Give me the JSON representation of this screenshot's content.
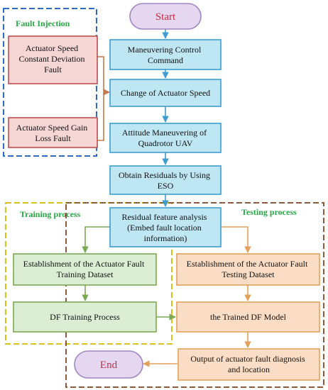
{
  "start_label": "Start",
  "end_label": "End",
  "groups": {
    "fault_injection": "Fault Injection",
    "training": "Training process",
    "testing": "Testing process"
  },
  "fault_boxes": {
    "constant_deviation": [
      "Actuator Speed",
      "Constant Deviation",
      "Fault"
    ],
    "gain_loss": [
      "Actuator Speed Gain",
      "Loss Fault"
    ]
  },
  "main_flow": {
    "maneuvering_control": [
      "Maneuvering Control",
      "Command"
    ],
    "change_speed": [
      "Change of Actuator Speed"
    ],
    "attitude_maneuvering": [
      "Attitude Maneuvering of",
      "Quadrotor UAV"
    ],
    "obtain_residuals": [
      "Obtain Residuals by Using",
      "ESO"
    ],
    "residual_analysis": [
      "Residual feature analysis",
      "(Embed fault location",
      "information)"
    ]
  },
  "training_flow": {
    "training_dataset": [
      "Establishment of the Actuator Fault",
      "Training Dataset"
    ],
    "df_training": [
      "DF Training Process"
    ]
  },
  "testing_flow": {
    "testing_dataset": [
      "Establishment of the Actuator Fault",
      "Testing Dataset"
    ],
    "trained_model": [
      "the Trained DF Model"
    ],
    "output": [
      "Output of actuator fault diagnosis",
      "and location"
    ]
  },
  "colors": {
    "main_fill": "#bfe6f3",
    "main_stroke": "#3d9dcf",
    "fault_fill": "#f6d5d5",
    "fault_stroke": "#c0504d",
    "train_fill": "#dbeed3",
    "train_stroke": "#7aa954",
    "test_fill": "#fbdcc4",
    "test_stroke": "#e3a25a",
    "terminal_fill": "#e5d7ef",
    "terminal_stroke": "#9f86c0",
    "fault_group": "#2f6bc5",
    "training_group": "#d9c21c",
    "testing_group": "#8f5a3a",
    "group_title": "#27a844"
  }
}
